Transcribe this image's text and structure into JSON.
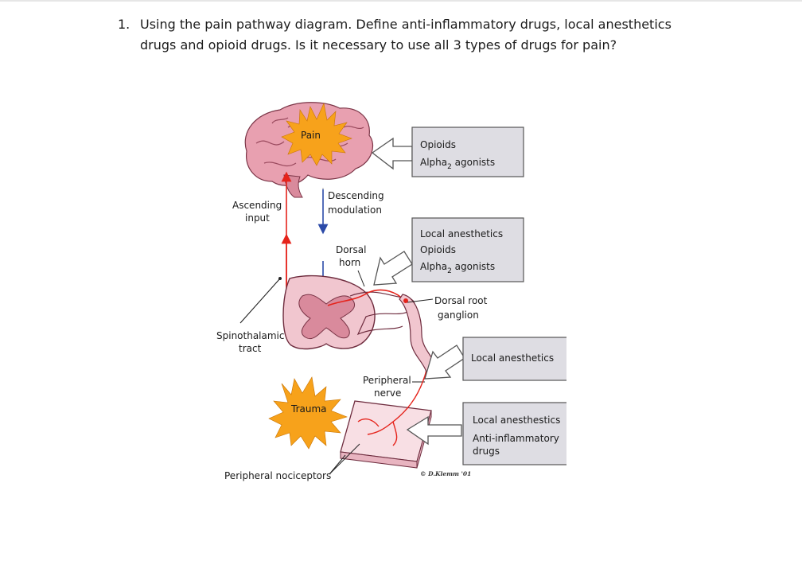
{
  "question": {
    "number": "1.",
    "line1": "Using the pain pathway diagram. Define anti-inflammatory drugs, local anesthetics",
    "line2": "drugs and opioid drugs. Is it necessary to use all 3 types of drugs for pain?"
  },
  "diagram": {
    "labels": {
      "pain": "Pain",
      "trauma": "Trauma",
      "ascending_line1": "Ascending",
      "ascending_line2": "input",
      "descending_line1": "Descending",
      "descending_line2": "modulation",
      "dorsal_horn_line1": "Dorsal",
      "dorsal_horn_line2": "horn",
      "drg_line1": "Dorsal root",
      "drg_line2": "ganglion",
      "spinothalamic_line1": "Spinothalamic",
      "spinothalamic_line2": "tract",
      "peripheral_nerve_line1": "Peripheral",
      "peripheral_nerve_line2": "nerve",
      "nociceptors": "Peripheral nociceptors",
      "credit": "© D.Klemm '01"
    },
    "boxes": {
      "brain": {
        "line1": "Opioids",
        "line2_main": "Alpha",
        "line2_sub": "2",
        "line2_tail": " agonists"
      },
      "spinal": {
        "line1": "Local anesthetics",
        "line2": "Opioids",
        "line3_main": "Alpha",
        "line3_sub": "2",
        "line3_tail": " agonists"
      },
      "nerve": {
        "line1": "Local anesthetics"
      },
      "periphery": {
        "line1": "Local anesthestics",
        "line2": "Anti-inflammatory",
        "line3": "drugs"
      }
    },
    "colors": {
      "box_fill": "#dedde3",
      "box_stroke": "#555555",
      "ascending_pathway": "#e5231b",
      "descending_pathway": "#2b4aa8",
      "starburst": "#f7a21b",
      "brain": "#e8a0b0",
      "spinal_cord": "#f1c6cf",
      "grey_matter": "#d98a9c"
    }
  }
}
